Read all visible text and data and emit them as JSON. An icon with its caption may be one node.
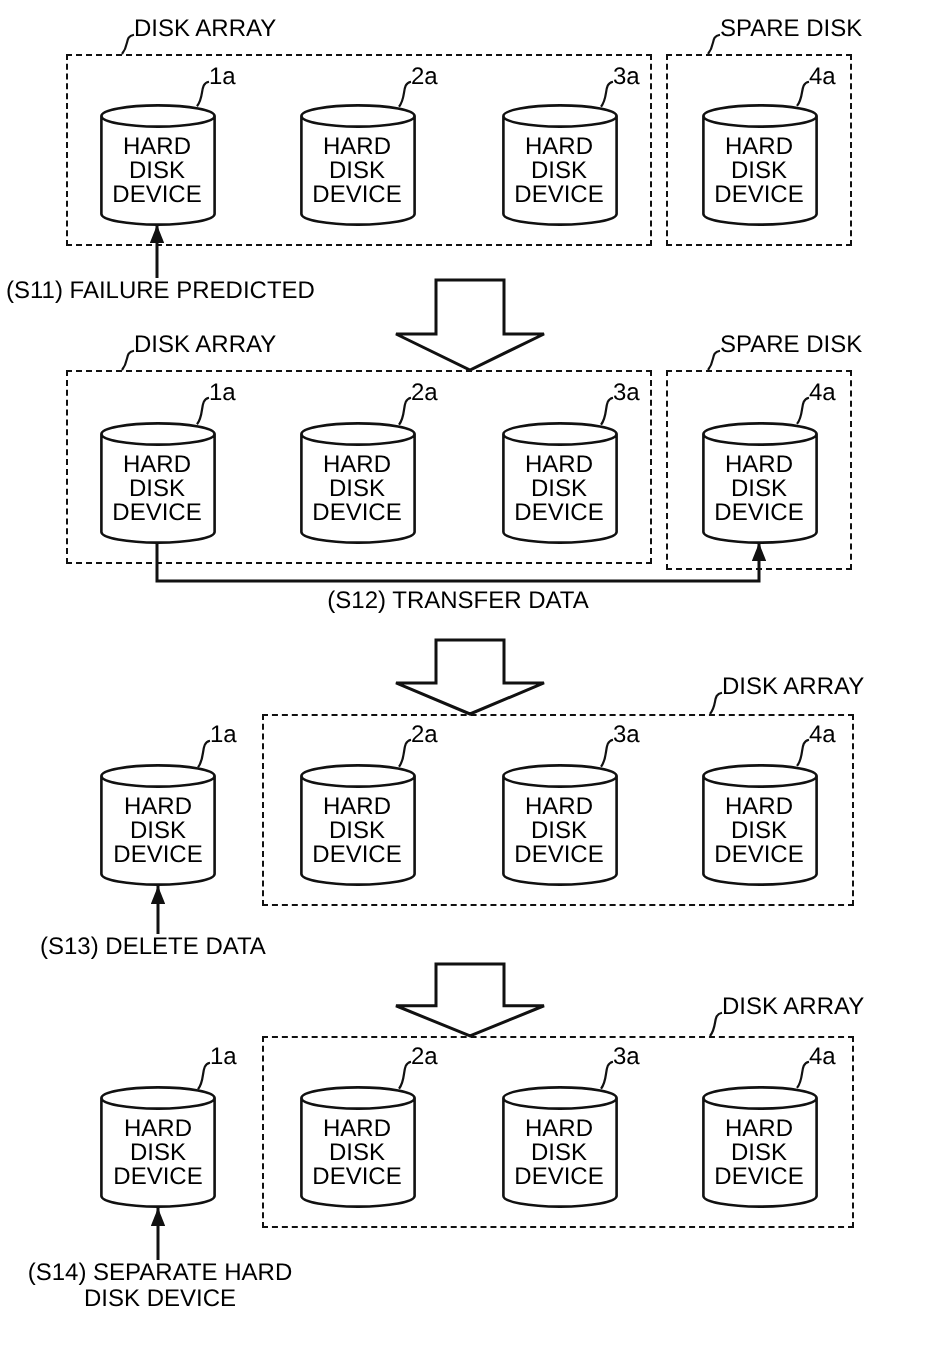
{
  "diagram": {
    "nodes": [
      {
        "text": [
          "DISK ARRAY"
        ]
      },
      {
        "text": [],
        "shape": "box"
      },
      {
        "text": [
          "1a"
        ],
        "in": 1
      },
      {
        "text": [
          "HARD DISK DEVICE"
        ],
        "in": 1
      },
      {
        "text": [
          "2a"
        ],
        "in": 1
      },
      {
        "text": [
          "HARD DISK DEVICE"
        ],
        "in": 1
      },
      {
        "text": [
          "3a"
        ],
        "in": 1
      },
      {
        "text": [
          "HARD DISK DEVICE"
        ],
        "in": 1
      },
      {
        "text": [
          "SPARE DISK"
        ]
      },
      {
        "text": [],
        "shape": "box"
      },
      {
        "text": [
          "4a"
        ],
        "in": 9
      },
      {
        "text": [
          "HARD DISK DEVICE"
        ],
        "in": 9
      },
      {
        "text": [
          "(S11) FAILURE PREDICTED"
        ]
      },
      {
        "text": [
          "DISK ARRAY"
        ]
      },
      {
        "text": [],
        "shape": "box"
      },
      {
        "text": [
          "1a"
        ],
        "in": 14
      },
      {
        "text": [
          "HARD DISK DEVICE"
        ],
        "in": 14
      },
      {
        "text": [
          "2a"
        ],
        "in": 14
      },
      {
        "text": [
          "HARD DISK DEVICE"
        ],
        "in": 14
      },
      {
        "text": [
          "3a"
        ],
        "in": 14
      },
      {
        "text": [
          "HARD DISK DEVICE"
        ],
        "in": 14
      },
      {
        "text": [
          "SPARE DISK"
        ]
      },
      {
        "text": [],
        "shape": "box"
      },
      {
        "text": [
          "4a"
        ],
        "in": 22
      },
      {
        "text": [
          "HARD DISK DEVICE"
        ],
        "in": 22
      },
      {
        "text": [
          "DISK ARRAY"
        ]
      },
      {
        "text": [
          "1a"
        ]
      },
      {
        "text": [
          "HARD DISK DEVICE"
        ]
      },
      {
        "text": [],
        "shape": "box"
      },
      {
        "text": [
          "2a"
        ],
        "in": 28
      },
      {
        "text": [
          "HARD DISK DEVICE"
        ],
        "in": 28
      },
      {
        "text": [
          "3a"
        ],
        "in": 28
      },
      {
        "text": [
          "HARD DISK DEVICE"
        ],
        "in": 28
      },
      {
        "text": [
          "4a"
        ],
        "in": 28
      },
      {
        "text": [
          "HARD DISK DEVICE"
        ],
        "in": 28
      },
      {
        "text": [
          "(S13) DELETE DATA"
        ]
      },
      {
        "text": [
          "DISK ARRAY"
        ]
      },
      {
        "text": [
          "1a"
        ]
      },
      {
        "text": [
          "HARD DISK DEVICE"
        ]
      },
      {
        "text": [],
        "shape": "box"
      },
      {
        "text": [
          "2a"
        ],
        "in": 39
      },
      {
        "text": [
          "HARD DISK DEVICE"
        ],
        "in": 39
      },
      {
        "text": [
          "3a"
        ],
        "in": 39
      },
      {
        "text": [
          "HARD DISK DEVICE"
        ],
        "in": 39
      },
      {
        "text": [
          "4a"
        ],
        "in": 39
      },
      {
        "text": [
          "HARD DISK DEVICE"
        ],
        "in": 39
      },
      {
        "text": [
          "(S14) SEPARATE HARD DISK DEVICE"
        ]
      }
    ],
    "edges": [
      {
        "from": 0,
        "to": 1,
        "arrow": "none"
      },
      {
        "from": 2,
        "to": 3,
        "arrow": "none"
      },
      {
        "from": 4,
        "to": 5,
        "arrow": "none"
      },
      {
        "from": 6,
        "to": 7,
        "arrow": "none"
      },
      {
        "from": 8,
        "to": 9,
        "arrow": "none"
      },
      {
        "from": 10,
        "to": 11,
        "arrow": "none"
      },
      {
        "from": 12,
        "to": 3,
        "arrow": "to"
      },
      {
        "from": null,
        "to": 14,
        "arrow": "to",
        "style": "thick"
      },
      {
        "from": 13,
        "to": 14,
        "arrow": "none"
      },
      {
        "from": 15,
        "to": 16,
        "arrow": "none"
      },
      {
        "from": 17,
        "to": 18,
        "arrow": "none"
      },
      {
        "from": 19,
        "to": 20,
        "arrow": "none"
      },
      {
        "from": 21,
        "to": 22,
        "arrow": "none"
      },
      {
        "from": 23,
        "to": 24,
        "arrow": "none"
      },
      {
        "from": 16,
        "to": 24,
        "arrow": "to",
        "label": "(S12) TRANSFER DATA"
      },
      {
        "from": null,
        "to": 28,
        "arrow": "to",
        "style": "thick"
      },
      {
        "from": 25,
        "to": 28,
        "arrow": "none"
      },
      {
        "from": 26,
        "to": 27,
        "arrow": "none"
      },
      {
        "from": 29,
        "to": 30,
        "arrow": "none"
      },
      {
        "from": 31,
        "to": 32,
        "arrow": "none"
      },
      {
        "from": 33,
        "to": 34,
        "arrow": "none"
      },
      {
        "from": 35,
        "to": 27,
        "arrow": "to"
      },
      {
        "from": null,
        "to": 39,
        "arrow": "to",
        "style": "thick"
      },
      {
        "from": 36,
        "to": 39,
        "arrow": "none"
      },
      {
        "from": 37,
        "to": 38,
        "arrow": "none"
      },
      {
        "from": 40,
        "to": 41,
        "arrow": "none"
      },
      {
        "from": 42,
        "to": 43,
        "arrow": "none"
      },
      {
        "from": 44,
        "to": 45,
        "arrow": "none"
      },
      {
        "from": 46,
        "to": 38,
        "arrow": "to"
      }
    ]
  }
}
